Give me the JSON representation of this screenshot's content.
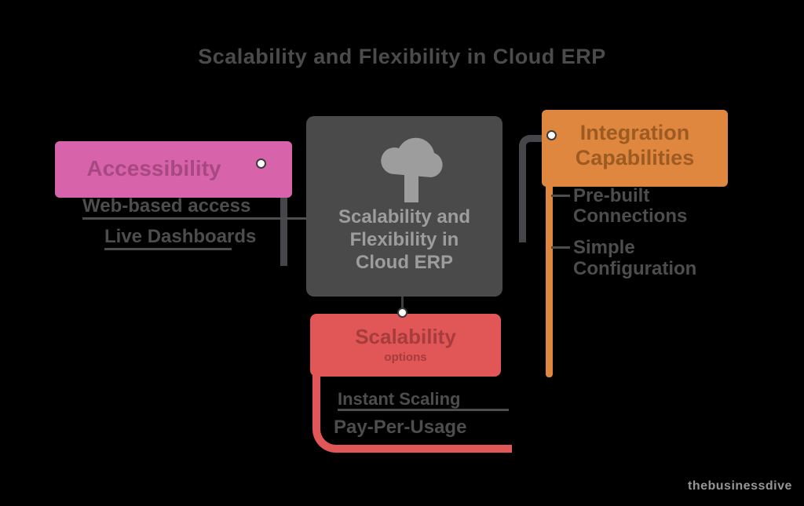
{
  "title": "Scalability and Flexibility in Cloud ERP",
  "watermark": "thebusinessdive",
  "center_node": {
    "icon": "cloud-upload-icon",
    "lines": [
      "Scalability and",
      "Flexibility in",
      "Cloud ERP"
    ]
  },
  "nodes": [
    {
      "id": "accessibility",
      "label_lines": [
        "Accessibility"
      ],
      "color": "#d764ab",
      "items": [
        {
          "lines": [
            "Web-based access"
          ]
        },
        {
          "lines": [
            "Live Dashboards"
          ]
        }
      ]
    },
    {
      "id": "integration",
      "label_lines": [
        "Integration",
        "Capabilities"
      ],
      "color": "#e0873f",
      "items": [
        {
          "lines": [
            "Pre-built",
            "Connections"
          ]
        },
        {
          "lines": [
            "Simple",
            "Configuration"
          ]
        }
      ]
    },
    {
      "id": "scalability",
      "label_lines": [
        "Scalability",
        "options"
      ],
      "color": "#e15656",
      "items": [
        {
          "lines": [
            "Instant Scaling"
          ]
        },
        {
          "lines": [
            "Pay-Per-Usage"
          ]
        }
      ]
    }
  ],
  "colors": {
    "background": "#000000",
    "center_box": "#4a4a4b",
    "center_text": "#9d9d9d",
    "pink": "#d764ab",
    "orange": "#e0873f",
    "red": "#e15656",
    "body_text": "#4d4d4d",
    "connector": "#46464a",
    "dot": "#ffffff"
  }
}
